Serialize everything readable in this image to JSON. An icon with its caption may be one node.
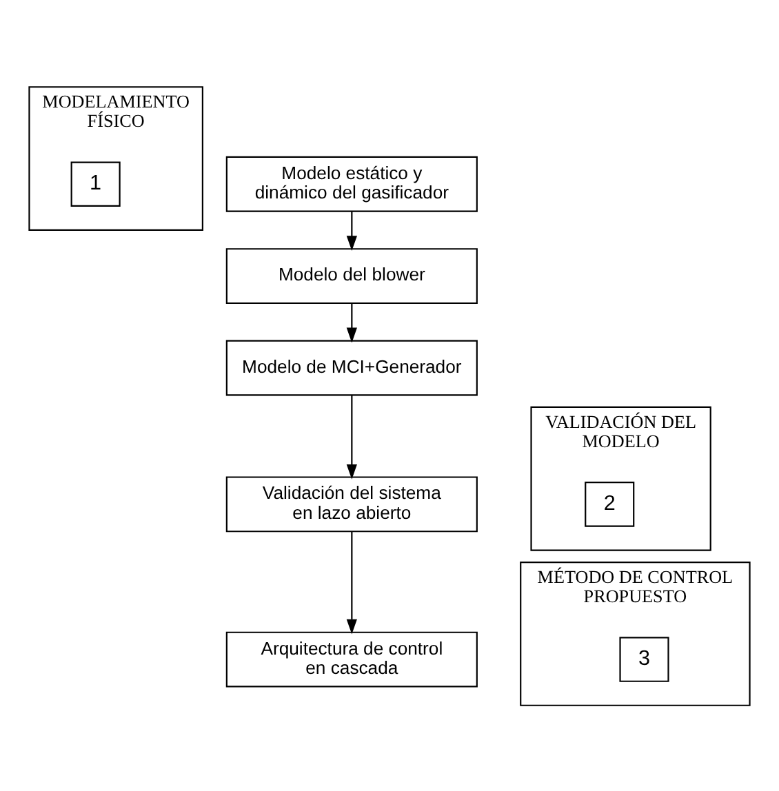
{
  "diagram": {
    "nodes": [
      {
        "text": [
          "MODELAMIENTO FÍSICO"
        ]
      },
      {
        "text": [
          "1"
        ],
        "in": 0
      },
      {
        "text": [
          "Modelo estático y dinámico del gasificador"
        ]
      },
      {
        "text": [
          "Modelo del blower"
        ]
      },
      {
        "text": [
          "Modelo de MCI+Generador"
        ]
      },
      {
        "text": [
          "VALIDACIÓN DEL MODELO"
        ]
      },
      {
        "text": [
          "2"
        ],
        "in": 5
      },
      {
        "text": [
          "Validación del sistema en lazo abierto"
        ]
      },
      {
        "text": [
          "MÉTODO DE CONTROL PROPUESTO"
        ]
      },
      {
        "text": [
          "3"
        ],
        "in": 8
      },
      {
        "text": [
          "Arquitectura de control en cascada"
        ]
      }
    ],
    "edges": [
      {
        "from": 2,
        "to": 3,
        "arrow": "to"
      },
      {
        "from": 3,
        "to": 4,
        "arrow": "to"
      },
      {
        "from": 4,
        "to": 7,
        "arrow": "to"
      },
      {
        "from": 7,
        "to": 10,
        "arrow": "to"
      }
    ]
  }
}
